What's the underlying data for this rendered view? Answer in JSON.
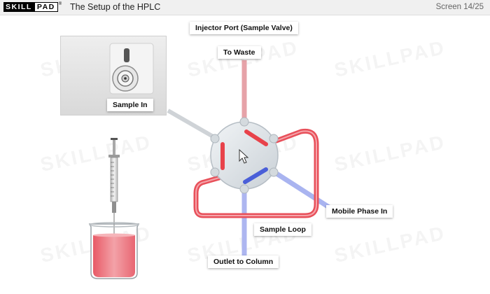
{
  "header": {
    "logo_primary": "SKILL",
    "logo_secondary": "PAD",
    "logo_reg": "®",
    "title": "The Setup of the HPLC",
    "screen_counter": "Screen 14/25"
  },
  "labels": {
    "injector_port": "Injector Port (Sample Valve)",
    "to_waste": "To Waste",
    "sample_in": "Sample In",
    "mobile_phase_in": "Mobile Phase In",
    "sample_loop": "Sample Loop",
    "outlet_to_column": "Outlet to Column"
  },
  "watermark": "SKILLPAD",
  "colors": {
    "red_flow": "#e8424a",
    "blue_flow": "#4a5fd8",
    "sample_liquid": "#ee7f87",
    "valve_body": "#dfe4e8"
  },
  "icons": {
    "valve_handle": "pointer-cursor-icon",
    "syringe": "syringe-icon",
    "beaker": "beaker-icon"
  }
}
